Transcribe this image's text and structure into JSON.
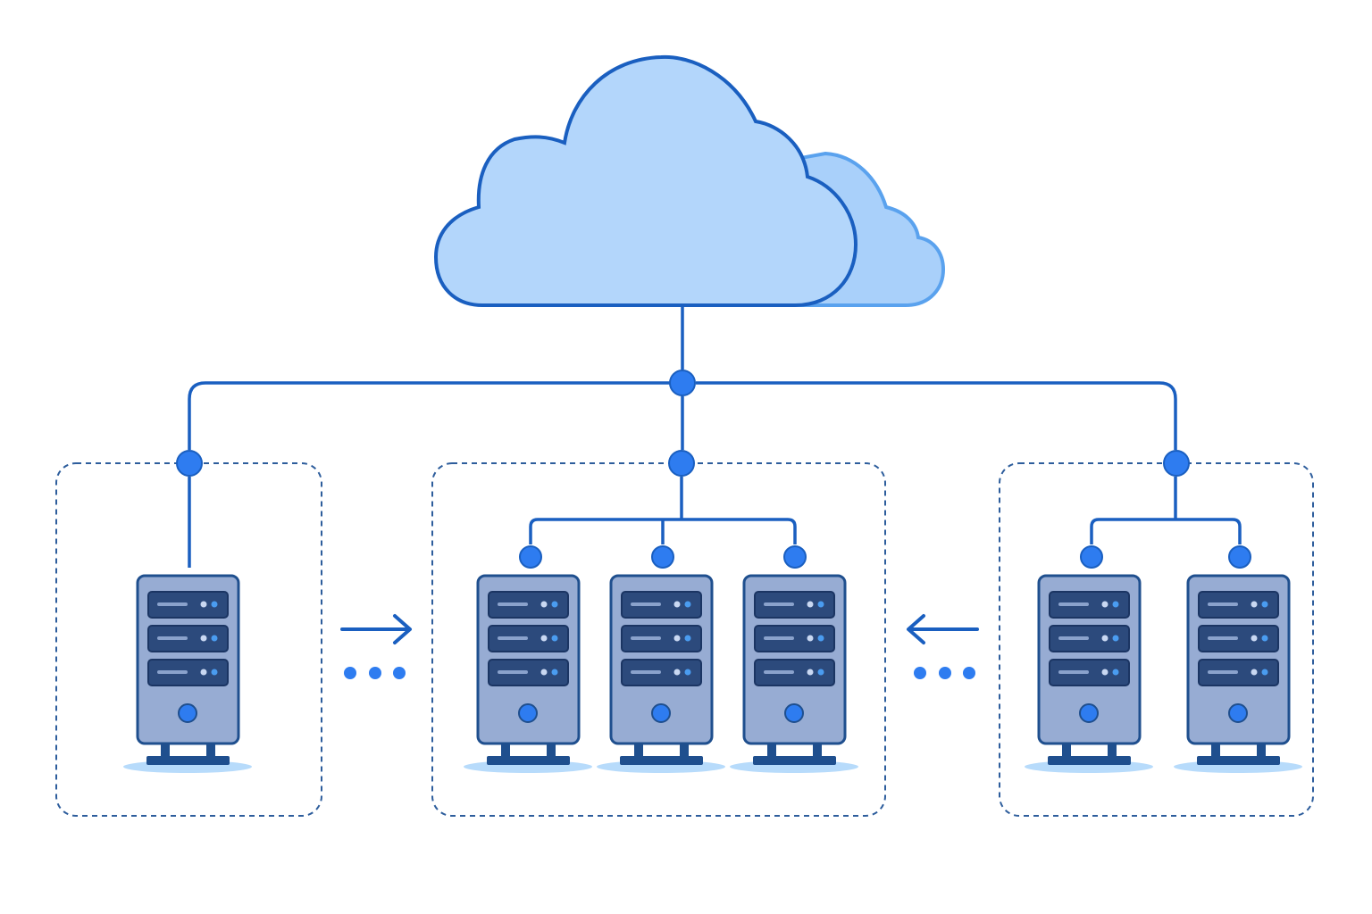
{
  "diagram": {
    "nodes": [
      {
        "id": "cloud",
        "kind": "cloud",
        "icon": "cloud-icon"
      },
      {
        "id": "hub",
        "kind": "junction"
      },
      {
        "id": "group-left",
        "kind": "server-group",
        "server_count": 1
      },
      {
        "id": "group-center",
        "kind": "server-group",
        "server_count": 3
      },
      {
        "id": "group-right",
        "kind": "server-group",
        "server_count": 2
      }
    ],
    "edges": [
      {
        "from": "cloud",
        "to": "hub"
      },
      {
        "from": "hub",
        "to": "group-left"
      },
      {
        "from": "hub",
        "to": "group-center"
      },
      {
        "from": "hub",
        "to": "group-right"
      },
      {
        "from": "group-left",
        "to": "group-center",
        "style": "arrow",
        "continuation": "ellipsis"
      },
      {
        "from": "group-right",
        "to": "group-center",
        "style": "arrow",
        "continuation": "ellipsis"
      }
    ]
  },
  "colors": {
    "background": "#ffffff",
    "line": "#1a5fc0",
    "node_dot": "#2e7cf0",
    "cloud_fill": "#b3d6fb",
    "cloud_stroke": "#1a5fc0",
    "cloud_back_fill": "#a9d0fa",
    "cloud_back_stroke": "#5aa2ee",
    "server_body": "#97acd3",
    "server_stroke": "#1f4f8e",
    "server_drive": "#2c4a7c",
    "server_led": "#4a9cf0",
    "server_base": "#1f4f8e",
    "shadow": "#b7dbfb",
    "group_border": "#2d5d9c"
  }
}
